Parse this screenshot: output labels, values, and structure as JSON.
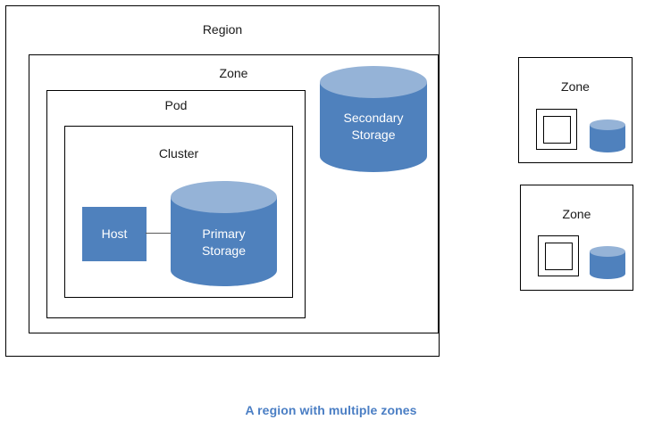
{
  "diagram": {
    "caption": "A region with multiple zones",
    "caption_color": "#4a7ec4",
    "accent_color": "#4f81bd",
    "accent_light_color": "#95b3d7",
    "border_color": "#000000",
    "region": {
      "label": "Region",
      "zone": {
        "label": "Zone",
        "pod": {
          "label": "Pod",
          "cluster": {
            "label": "Cluster",
            "host": {
              "label": "Host"
            },
            "primary_storage": {
              "label_line1": "Primary",
              "label_line2": "Storage"
            }
          }
        },
        "secondary_storage": {
          "label_line1": "Secondary",
          "label_line2": "Storage"
        }
      }
    },
    "other_zones": [
      {
        "label": "Zone",
        "icons": [
          {
            "name": "nested-square-icon"
          },
          {
            "name": "cylinder-storage-icon"
          }
        ]
      },
      {
        "label": "Zone",
        "icons": [
          {
            "name": "nested-square-icon"
          },
          {
            "name": "cylinder-storage-icon"
          }
        ]
      }
    ]
  }
}
